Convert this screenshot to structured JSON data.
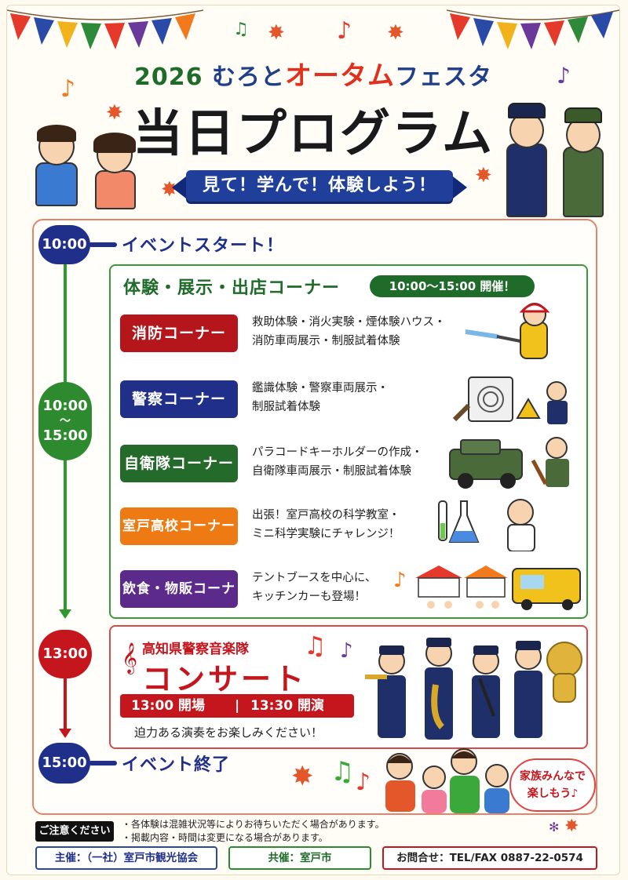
{
  "header": {
    "year": "2026",
    "title_pre": "むろと",
    "title_accent": "オータム",
    "title_post": "フェスタ",
    "title_main": "当日プログラム",
    "ribbon": "見て！学んで！体験しよう！"
  },
  "timeline": {
    "start_time": "10:00",
    "start_label": "イベントスタート！",
    "range_from": "10:00",
    "range_sep": "～",
    "range_to": "15:00",
    "concert_time": "13:00",
    "end_time": "15:00",
    "end_label": "イベント終了"
  },
  "booths": {
    "title": "体験・展示・出店コーナー",
    "hours": "10:00～15:00 開催！",
    "items": [
      {
        "label": "消防コーナー",
        "desc1": "救助体験・消火実験・煙体験ハウス・",
        "desc2": "消防車両展示・制服試着体験",
        "color": "#b5161c"
      },
      {
        "label": "警察コーナー",
        "desc1": "鑑識体験・警察車両展示・",
        "desc2": "制服試着体験",
        "color": "#1f2f8a"
      },
      {
        "label": "自衛隊コーナー",
        "desc1": "パラコードキーホルダーの作成・",
        "desc2": "自衛隊車両展示・制服試着体験",
        "color": "#246a2a"
      },
      {
        "label": "室戸高校コーナー",
        "desc1": "出張！室戸高校の科学教室・",
        "desc2": "ミニ科学実験にチャレンジ！",
        "color": "#ee7a14"
      },
      {
        "label": "飲食・物販コーナー",
        "desc1": "テントブースを中心に、",
        "desc2": "キッチンカーも登場！",
        "color": "#5c2a8a"
      }
    ]
  },
  "concert": {
    "subtitle": "高知県警察音楽隊",
    "title": "コンサート",
    "open": "13:00 開場",
    "divider": "|",
    "start": "13:30 開演",
    "note": "迫力ある演奏をお楽しみください！"
  },
  "speech": {
    "line1": "家族みんなで",
    "line2": "楽しもう♪"
  },
  "notice": {
    "label": "ご注意ください",
    "line1": "・各体験は混雑状況等によりお待ちいただく場合があります。",
    "line2": "・掲載内容・時間は変更になる場合があります。"
  },
  "footer": {
    "organizer": "主催：（一社）室戸市観光協会",
    "cosponsor": "共催：室戸市",
    "contact": "お問合せ：TEL/FAX 0887-22-0574"
  },
  "colors": {
    "navy": "#1f2f8a",
    "green": "#2e8a2e",
    "red": "#c4161c",
    "orange": "#e0301e"
  }
}
